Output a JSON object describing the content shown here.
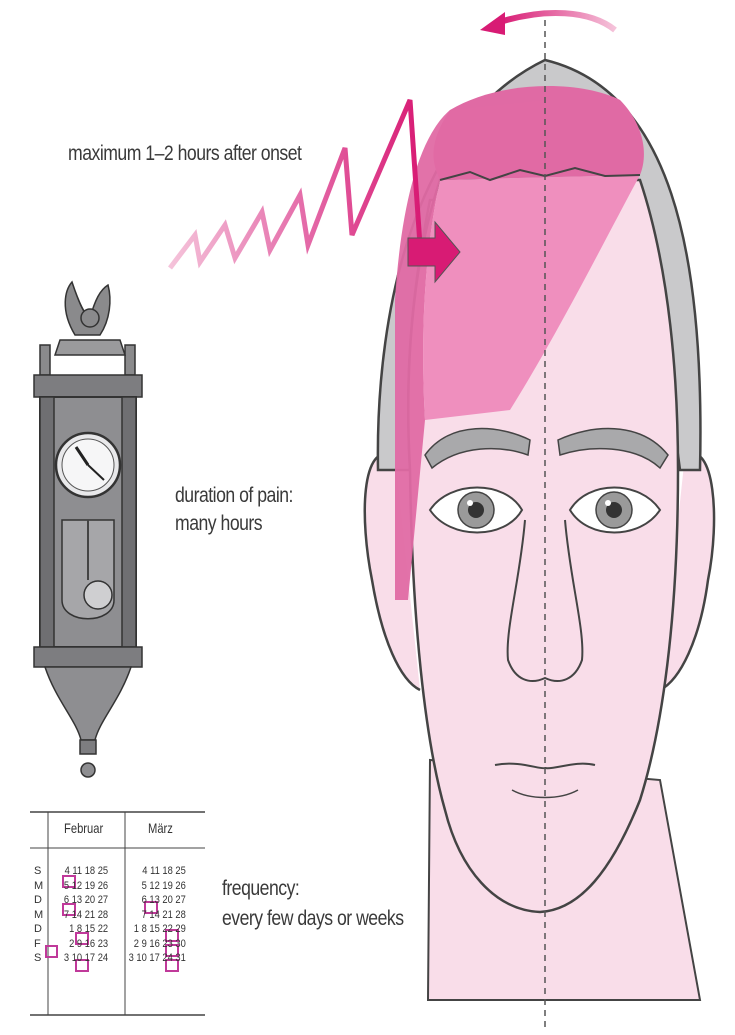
{
  "labels": {
    "onset": "maximum 1–2 hours after onset",
    "duration_line1": "duration of pain:",
    "duration_line2": "many hours",
    "frequency_line1": "frequency:",
    "frequency_line2": "every few days or weeks"
  },
  "calendar": {
    "month1": "Februar",
    "month2": "März",
    "weekdays": [
      "S",
      "M",
      "D",
      "M",
      "D",
      "F",
      "S"
    ],
    "month1_rows": [
      "4 11 18 25",
      "5 12 19 26",
      "6 13 20 27",
      "7 14 21 28",
      "1 8 15 22",
      "2 9 16 23",
      "3 10 17 24"
    ],
    "month2_rows": [
      "4 11 18 25",
      "5 12 19 26",
      "6 13 20 27",
      "7 14 21 28",
      "1 8 15 22 29",
      "2 9 16 23 30",
      "3 10 17 24 31"
    ],
    "highlight_color": "#c0399a"
  },
  "colors": {
    "pain_dark": "#e06aa4",
    "pain_light": "#f7c7dd",
    "skin": "#f9dde9",
    "hair": "#c9c9cb",
    "arrow": "#d81b74"
  },
  "icons": {
    "clock": "pendulum-clock-icon",
    "arrow": "lightning-arrow-icon",
    "curved_arrow": "curved-arrow-icon"
  }
}
